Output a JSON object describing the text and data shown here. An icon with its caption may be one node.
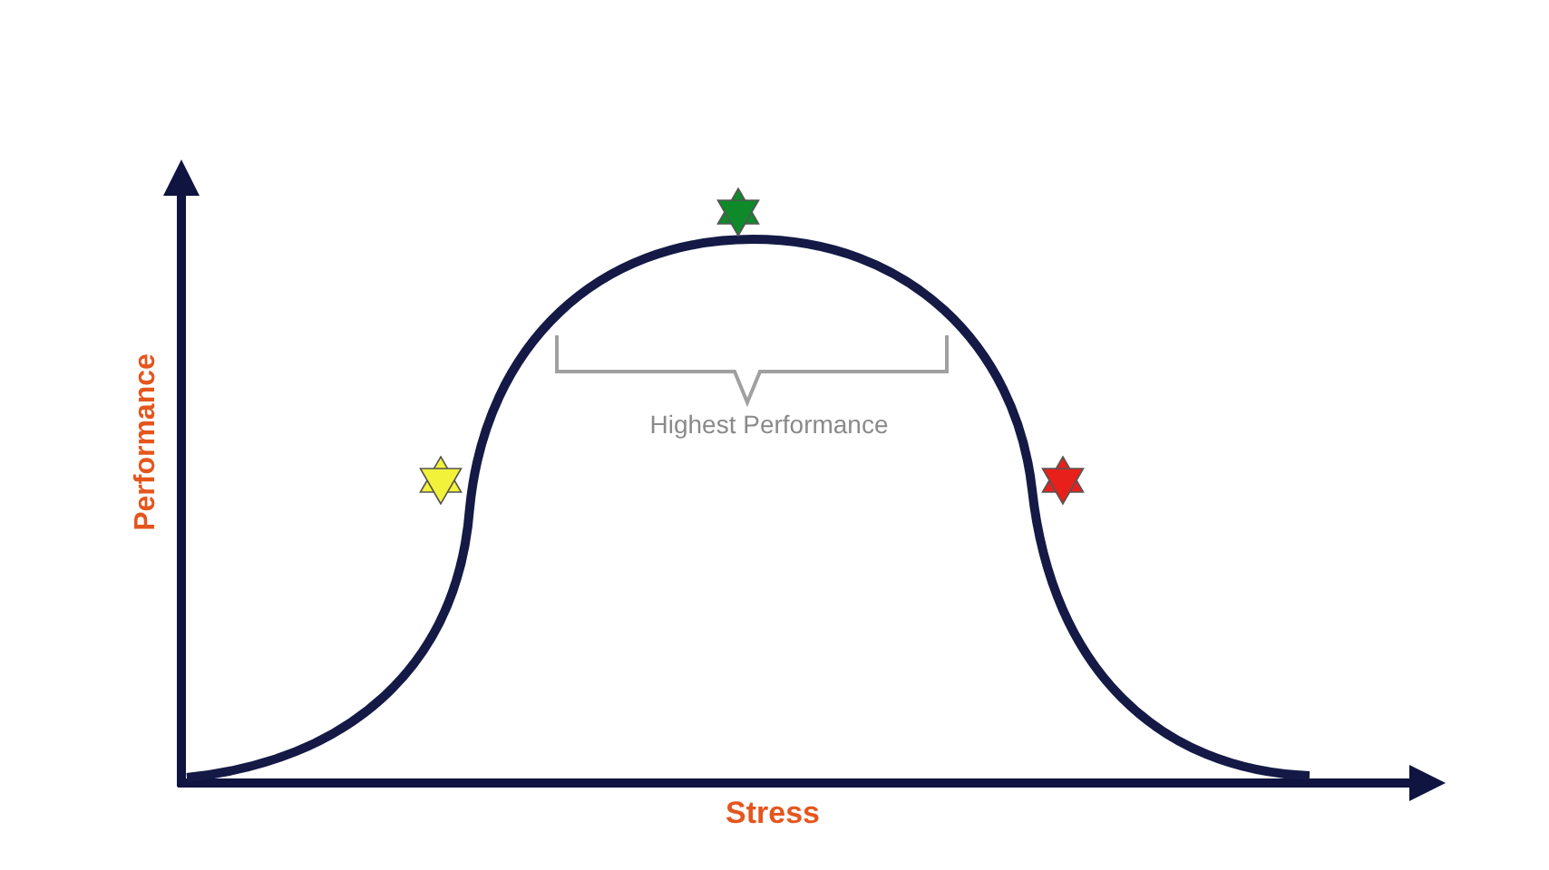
{
  "diagram": {
    "labels": [
      "Performance",
      "Highest Performance",
      "Stress"
    ]
  }
}
